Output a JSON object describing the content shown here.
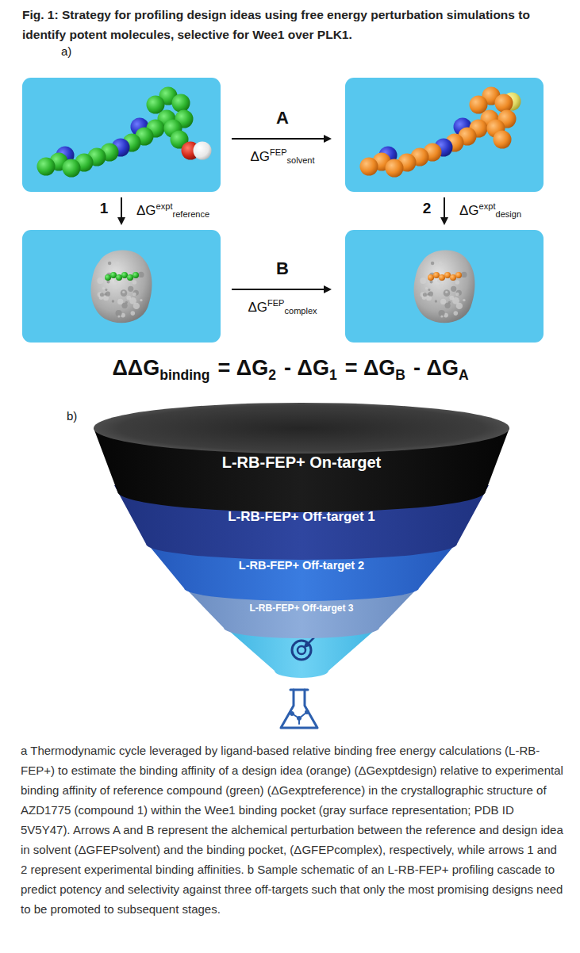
{
  "diagram": {
    "title": "Fig. 1: Strategy for profiling design ideas using free energy perturbation simulations to identify potent molecules, selective for Wee1 over PLK1.",
    "caption": "a Thermodynamic cycle leveraged by ligand-based relative binding free energy calculations (L-RB-FEP+) to estimate the binding affinity of a design idea (orange) (ΔGexptdesign) relative to experimental binding affinity of reference compound (green) (ΔGexptreference) in the crystallographic structure of AZD1775 (compound 1) within the Wee1 binding pocket (gray surface representation; PDB ID 5V5Y47). Arrows A and B represent the alchemical perturbation between the reference and design idea in solvent (ΔGFEPsolvent) and the binding pocket, (ΔGFEPcomplex), respectively, while arrows 1 and 2 represent experimental binding affinities. b Sample schematic of an L-RB-FEP+ profiling cascade to predict potency and selectivity against three off-targets such that only the most promising designs need to be promoted to subsequent stages.",
    "nodes": [
      {
        "text": [
          "L-RB-FEP+ On-target"
        ]
      },
      {
        "text": [
          "L-RB-FEP+ Off-target 1"
        ]
      },
      {
        "text": [
          "L-RB-FEP+ Off-target 2"
        ]
      },
      {
        "text": [
          "L-RB-FEP+ Off-target 3"
        ]
      }
    ],
    "labels": [
      "a)",
      "A",
      "ΔG",
      "FEP",
      "solvent",
      "1",
      "ΔG",
      "expt",
      "reference",
      "2",
      "ΔG",
      "expt",
      "design",
      "B",
      "ΔG",
      "FEP",
      "complex",
      "ΔΔG",
      "binding",
      "= ΔG",
      "2",
      "- ΔG",
      "1",
      "= ΔG",
      "B",
      "- ΔG",
      "A",
      "b)"
    ]
  }
}
